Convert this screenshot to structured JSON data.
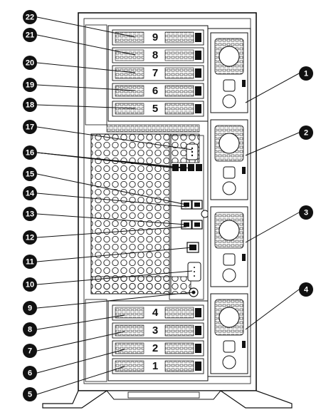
{
  "figure": {
    "left_callouts": [
      "22",
      "21",
      "20",
      "19",
      "18",
      "17",
      "16",
      "15",
      "14",
      "13",
      "12",
      "11",
      "10",
      "9",
      "8",
      "7",
      "6",
      "5"
    ],
    "right_callouts": [
      "1",
      "2",
      "3",
      "4"
    ],
    "upper_drive_bays": [
      "9",
      "8",
      "7",
      "6",
      "5"
    ],
    "lower_drive_bays": [
      "4",
      "3",
      "2",
      "1"
    ]
  },
  "colors": {
    "ink": "#111111",
    "chassis": "#ffffff",
    "callout_fill": "#111111",
    "callout_text": "#ffffff"
  },
  "icons": {
    "power_supply": "power-supply-icon",
    "usb_port": "usb-port-icon",
    "nic_port": "nic-port-icon",
    "serial_port": "serial-port-icon",
    "vga_port": "vga-port-icon",
    "mouse_port": "ps2-port-icon"
  }
}
